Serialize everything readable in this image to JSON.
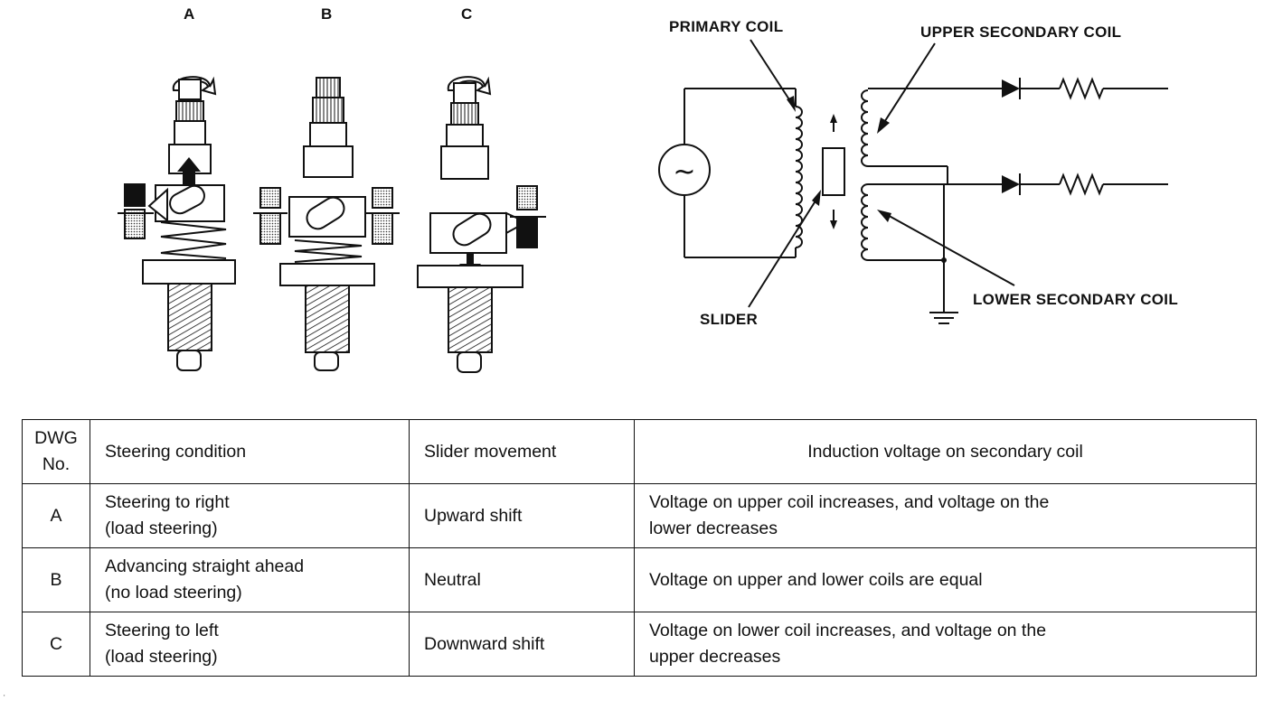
{
  "drawings": [
    {
      "id": "A",
      "label": "A"
    },
    {
      "id": "B",
      "label": "B"
    },
    {
      "id": "C",
      "label": "C"
    }
  ],
  "circuit": {
    "primary_coil": "PRIMARY COIL",
    "upper_secondary_coil": "UPPER SECONDARY COIL",
    "lower_secondary_coil": "LOWER SECONDARY COIL",
    "slider": "SLIDER",
    "ac_source_symbol": "~"
  },
  "table": {
    "headers": {
      "dwg_line1": "DWG",
      "dwg_line2": "No.",
      "steering": "Steering condition",
      "slider": "Slider movement",
      "induction": "Induction voltage on secondary coil"
    },
    "rows": [
      {
        "dwg": "A",
        "cond1": "Steering to right",
        "cond2": "(load steering)",
        "slider": "Upward shift",
        "volt1": "Voltage on upper coil increases, and voltage on the",
        "volt2": "lower decreases"
      },
      {
        "dwg": "B",
        "cond1": "Advancing straight ahead",
        "cond2": "(no load steering)",
        "slider": "Neutral",
        "volt1": "Voltage on upper and lower coils are equal",
        "volt2": ""
      },
      {
        "dwg": "C",
        "cond1": "Steering to left",
        "cond2": "(load steering)",
        "slider": "Downward shift",
        "volt1": "Voltage on lower coil increases, and voltage on the",
        "volt2": "upper decreases"
      }
    ]
  },
  "stray_mark": "'"
}
